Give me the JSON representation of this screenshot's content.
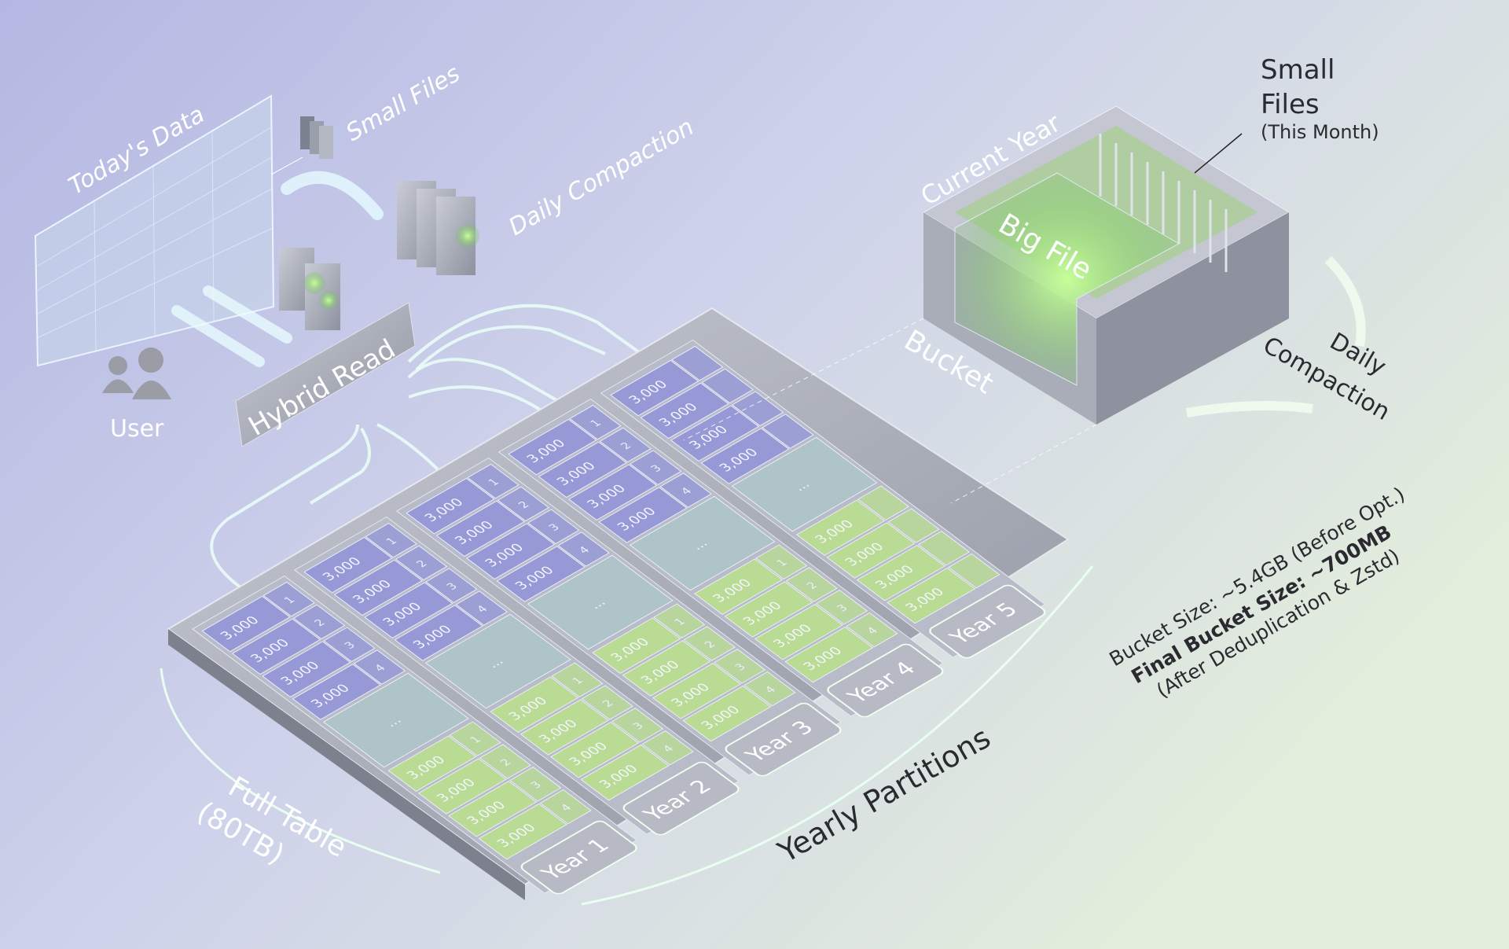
{
  "labels": {
    "todays_data": "Today's Data",
    "small_files_top": "Small Files",
    "daily_compaction_top": "Daily Compaction",
    "user": "User",
    "hybrid_read": "Hybrid Read",
    "current_year": "Current Year",
    "small_files_right": "Small",
    "small_files_right2": "Files",
    "this_month": "(This Month)",
    "big_file": "Big File",
    "bucket": "Bucket",
    "daily_compaction_right1": "Daily",
    "daily_compaction_right2": "Compaction",
    "bucket_size": "Bucket Size: ~5.4GB (Before Opt.)",
    "final_bucket_size": "Final Bucket Size: ~700MB",
    "after_dedup": "(After Deduplication & Zstd)",
    "full_table": "Full Table",
    "full_table_size": "(80TB)",
    "yearly_partitions": "Yearly Partitions",
    "ellipsis": "..."
  },
  "partitions": [
    {
      "year": "Year 1",
      "cells": [
        "3,000",
        "3,000",
        "3,000",
        "3,000"
      ],
      "indices": [
        "1",
        "2",
        "3",
        "4"
      ]
    },
    {
      "year": "Year 2",
      "cells": [
        "3,000",
        "3,000",
        "3,000",
        "3,000"
      ],
      "indices": [
        "1",
        "2",
        "3",
        "4"
      ]
    },
    {
      "year": "Year 3",
      "cells": [
        "3,000",
        "3,000",
        "3,000",
        "3,000"
      ],
      "indices": [
        "1",
        "2",
        "3",
        "4"
      ]
    },
    {
      "year": "Year 4",
      "cells": [
        "3,000",
        "3,000",
        "3,000",
        "3,000"
      ],
      "indices": [
        "1",
        "2",
        "3",
        "4"
      ]
    },
    {
      "year": "Year 5",
      "cells": [
        "3,000",
        "3,000",
        "3,000",
        "3,000"
      ],
      "indices": [
        "",
        "",
        "",
        ""
      ]
    }
  ],
  "colors": {
    "purple_cell": "#8f93d8",
    "green_cell": "#b8e08a",
    "glow": "#dffcf0",
    "metal": "#a9adb8"
  }
}
